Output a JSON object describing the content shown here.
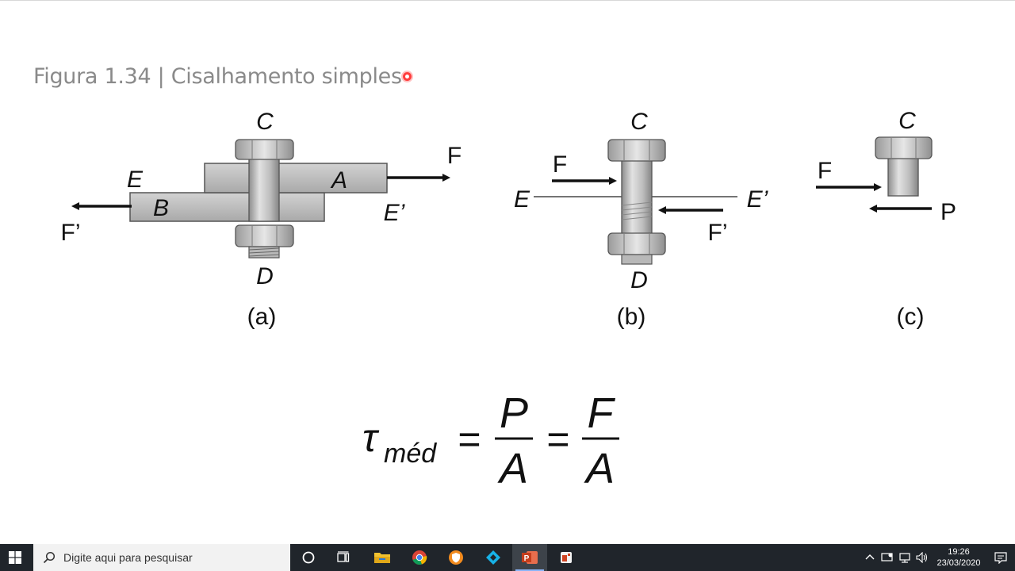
{
  "slide": {
    "title": "Figura 1.34 | Cisalhamento simples"
  },
  "figure": {
    "a": {
      "caption": "(a)",
      "label_C": "C",
      "label_D": "D",
      "label_E": "E",
      "label_E_prime": "E’",
      "label_A": "A",
      "label_B": "B",
      "label_F": "F",
      "label_F_prime": "F’"
    },
    "b": {
      "caption": "(b)",
      "label_C": "C",
      "label_D": "D",
      "label_E": "E",
      "label_E_prime": "E’",
      "label_F": "F",
      "label_F_prime": "F’"
    },
    "c": {
      "caption": "(c)",
      "label_C": "C",
      "label_F": "F",
      "label_P": "P"
    }
  },
  "formula": {
    "tau": "τ",
    "subscript": "méd",
    "eq": "=",
    "num1": "P",
    "den1": "A",
    "num2": "F",
    "den2": "A"
  },
  "taskbar": {
    "search_placeholder": "Digite aqui para pesquisar",
    "time": "19:26",
    "date": "23/03/2020",
    "apps": [
      "cortana-icon",
      "task-view-icon",
      "file-explorer-icon",
      "chrome-icon",
      "vpn-icon",
      "kodi-icon",
      "powerpoint-icon",
      "office-icon"
    ]
  },
  "colors": {
    "title": "#8a8a8a",
    "metal_light": "#d9d9d9",
    "metal_mid": "#b0b0b0",
    "metal_dark": "#7a7a7a",
    "taskbar": "#20252b",
    "powerpoint": "#d04423"
  }
}
